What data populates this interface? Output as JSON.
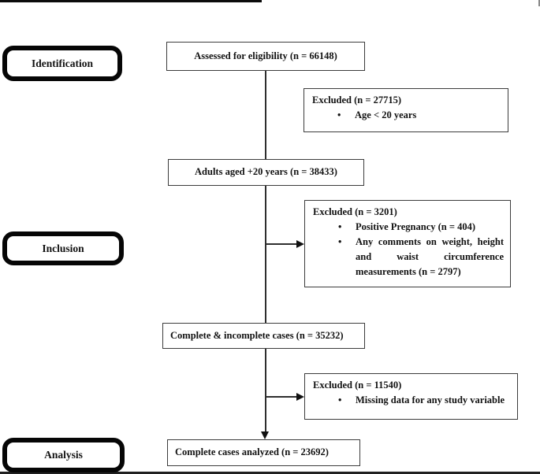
{
  "figure": {
    "background": "#ffffff",
    "line_color": "#2e2e2e",
    "thick_border_color": "#060606",
    "thin_border_color": "#3c3c3c",
    "bullet_glyph": "•"
  },
  "stages": {
    "identification": "Identification",
    "inclusion": "Inclusion",
    "analysis": "Analysis"
  },
  "flow": {
    "assessed": "Assessed for eligibility (n = 66148)",
    "adults": "Adults aged +20 years (n = 38433)",
    "cases": "Complete & incomplete cases (n = 35232)",
    "analyzed": "Complete cases analyzed (n = 23692)"
  },
  "exclusions": [
    {
      "title": "Excluded (n = 27715)",
      "bullets": [
        "Age < 20 years"
      ]
    },
    {
      "title": "Excluded (n = 3201)",
      "bullets": [
        "Positive Pregnancy (n = 404)",
        "Any comments on weight, height and waist circumference measurements (n = 2797)"
      ]
    },
    {
      "title": "Excluded (n = 11540)",
      "bullets": [
        "Missing data for any study variable"
      ]
    }
  ]
}
